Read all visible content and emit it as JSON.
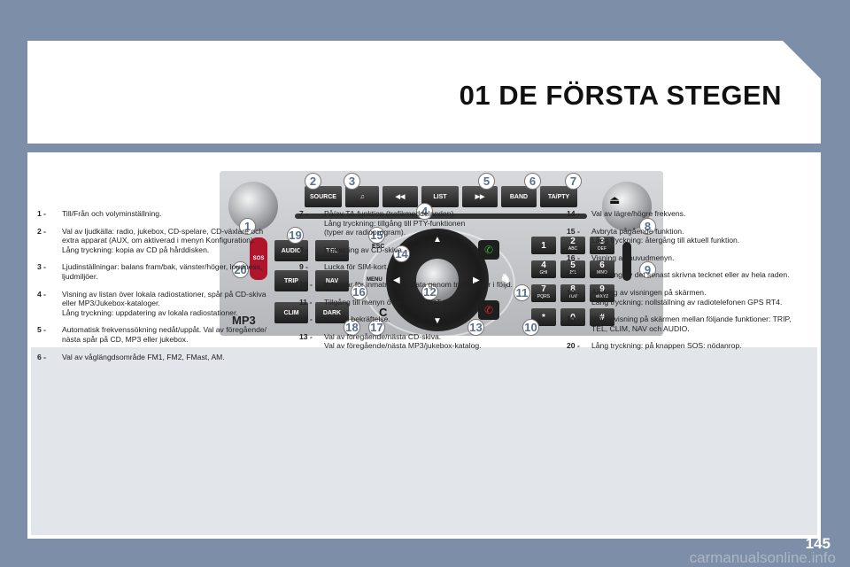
{
  "header": {
    "title": "01 DE FÖRSTA STEGEN"
  },
  "page_number": "145",
  "watermark": "carmanualsonline.info",
  "radio": {
    "buttons": {
      "source": "SOURCE",
      "list": "LIST",
      "band": "BAND",
      "ta_pty": "TA/PTY",
      "audio": "AUDIO",
      "tel": "TEL",
      "trip": "TRIP",
      "nav": "NAV",
      "clim": "CLIM",
      "dark": "DARK",
      "esc": "ESC",
      "menu": "MENU",
      "sos": "SOS",
      "c": "C"
    },
    "keypad": [
      {
        "d": "1",
        "l": ""
      },
      {
        "d": "2",
        "l": "ABC"
      },
      {
        "d": "3",
        "l": "DEF"
      },
      {
        "d": "4",
        "l": "GHI"
      },
      {
        "d": "5",
        "l": "JKL"
      },
      {
        "d": "6",
        "l": "MNO"
      },
      {
        "d": "7",
        "l": "PQRS"
      },
      {
        "d": "8",
        "l": "TUV"
      },
      {
        "d": "9",
        "l": "WXYZ"
      },
      {
        "d": "*",
        "l": ""
      },
      {
        "d": "0",
        "l": ""
      },
      {
        "d": "#",
        "l": ""
      }
    ],
    "logo": "MP3",
    "callouts": [
      "1",
      "2",
      "3",
      "4",
      "5",
      "6",
      "7",
      "8",
      "9",
      "10",
      "11",
      "12",
      "13",
      "14",
      "15",
      "16",
      "17",
      "18",
      "19",
      "20"
    ]
  },
  "legend": {
    "col1": [
      {
        "num": "1 -",
        "lines": [
          "Till/Från och volyminställning."
        ]
      },
      {
        "num": "2 -",
        "lines": [
          "Val av ljudkälla: radio, jukebox, CD-spelare, CD-växlare och",
          "extra apparat (AUX, om aktiverad i menyn Konfiguration).",
          "Lång tryckning: kopia av CD på hårddisken."
        ]
      },
      {
        "num": "3 -",
        "lines": [
          "Ljudinställningar: balans fram/bak, vänster/höger, loudness,",
          "ljudmiljöer."
        ]
      },
      {
        "num": "4 -",
        "lines": [
          "Visning av listan över lokala radiostationer, spår på CD-skiva",
          "eller MP3/Jukebox-kataloger.",
          "Lång tryckning: uppdatering av lokala radiostationer."
        ]
      },
      {
        "num": "5 -",
        "lines": [
          "Automatisk frekvenssökning nedåt/uppåt. Val av föregående/",
          "nästa spår på CD, MP3 eller jukebox."
        ]
      },
      {
        "num": "6 -",
        "lines": [
          "Val av våglängdsområde FM1, FM2, FMast, AM."
        ]
      }
    ],
    "col2": [
      {
        "num": "7 -",
        "lines": [
          "På/av TA-funktion (trafikmeddelanden).",
          "Lång tryckning: tillgång till PTY-funktionen",
          "(typer av radioprogram)."
        ]
      },
      {
        "num": "8 -",
        "lines": [
          "Utmatning av CD-skiva."
        ]
      },
      {
        "num": "9 -",
        "lines": [
          "Lucka för SIM-kort."
        ]
      },
      {
        "num": "10 -",
        "lines": [
          "Knappar för inmatning av data genom tryckningar i följd."
        ]
      },
      {
        "num": "11 -",
        "lines": [
          "Tillgång till menyn över PEUGEOT-tjänster."
        ]
      },
      {
        "num": "12 -",
        "lines": [
          "Val och bekräftelse."
        ]
      },
      {
        "num": "13 -",
        "lines": [
          "Val av föregående/nästa CD-skiva.",
          "Val av föregående/nästa MP3/jukebox-katalog."
        ]
      }
    ],
    "col3": [
      {
        "num": "14 -",
        "lines": [
          "Val av lägre/högre frekvens."
        ]
      },
      {
        "num": "15 -",
        "lines": [
          "Avbryta pågående funktion.",
          "Lång tryckning: återgång till aktuell funktion."
        ]
      },
      {
        "num": "16 -",
        "lines": [
          "Visning av huvudmenyn."
        ]
      },
      {
        "num": "17 -",
        "lines": [
          "Radering av det senast skrivna tecknet eller av hela raden."
        ]
      },
      {
        "num": "18 -",
        "lines": [
          "Ändring av visningen på skärmen.",
          "Lång tryckning: nollställning av radiotelefonen GPS RT4."
        ]
      },
      {
        "num": "19 -",
        "lines": [
          "Val av visning på skärmen mellan följande funktioner: TRIP,",
          "TEL, CLIM, NAV och AUDIO."
        ]
      },
      {
        "num": "20 -",
        "lines": [
          "Lång tryckning: på knappen SOS: nödanrop."
        ]
      }
    ]
  }
}
